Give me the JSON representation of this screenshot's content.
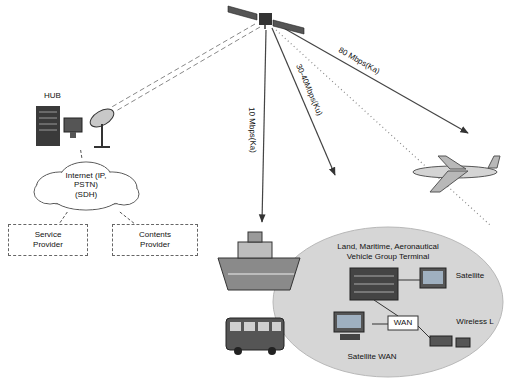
{
  "diagram": {
    "nodes": [
      {
        "text": [
          "HUB"
        ]
      },
      {
        "text": [
          "Internet (IP, PSTN) (SDH)"
        ]
      },
      {
        "text": [
          "Service Provider"
        ]
      },
      {
        "text": [
          "Contents Provider"
        ]
      },
      {
        "text": [
          "Land, Maritime, Aeronautical Vehicle Group Terminal"
        ]
      }
    ],
    "edges": [
      {
        "from": 0,
        "to": 1,
        "arrow": "none"
      },
      {
        "from": 1,
        "to": 2,
        "arrow": "none"
      },
      {
        "from": 1,
        "to": 3,
        "arrow": "none"
      }
    ],
    "labels": [
      "80 Mbps(Ka)",
      "30-40Mbps(Ku)",
      "10 Mbps(Ka)",
      "Satellite",
      "Wireless L",
      "WAN",
      "Satellite WAN"
    ]
  }
}
